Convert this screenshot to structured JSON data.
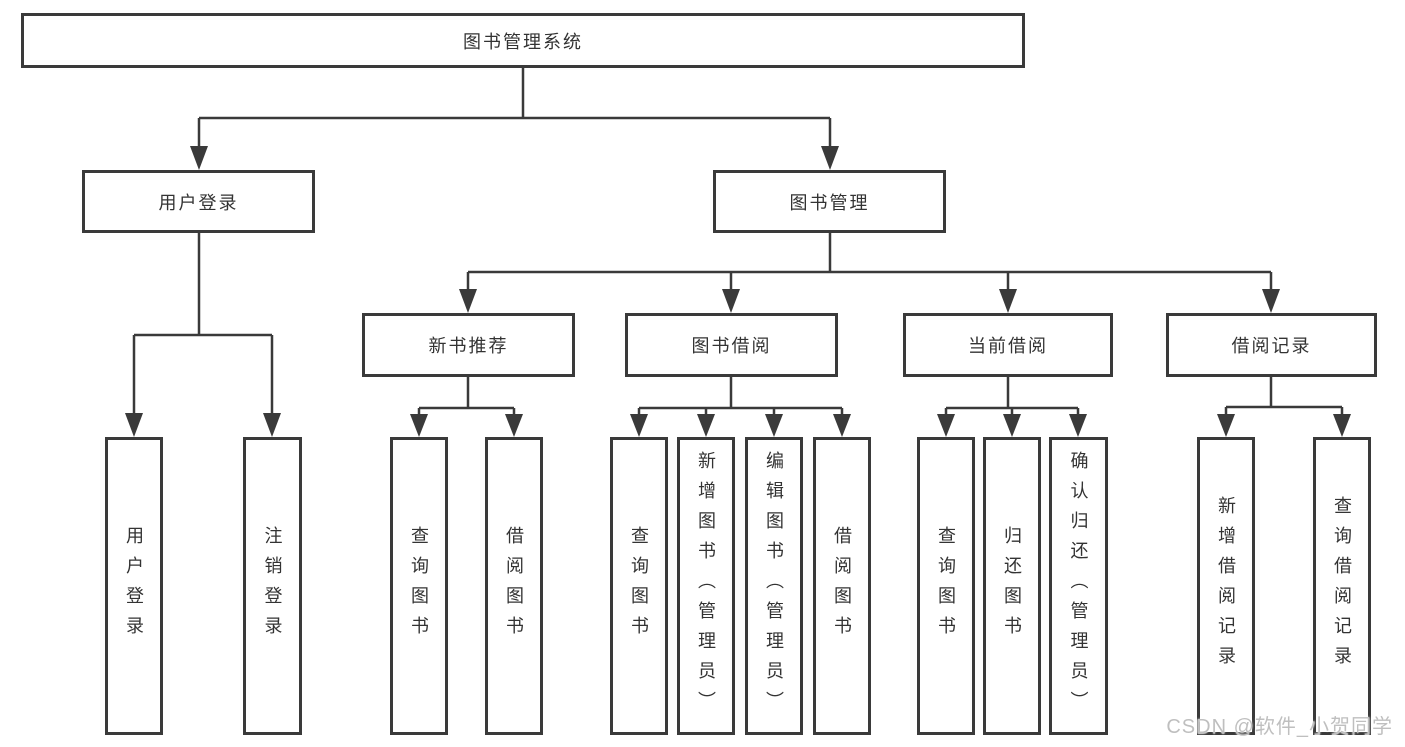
{
  "diagram": {
    "type": "hierarchy-tree",
    "root": {
      "label": "图书管理系统"
    },
    "branches": [
      {
        "label": "用户登录",
        "leaves": [
          {
            "label": "用户登录"
          },
          {
            "label": "注销登录"
          }
        ]
      },
      {
        "label": "图书管理",
        "groups": [
          {
            "label": "新书推荐",
            "leaves": [
              {
                "label": "查询图书"
              },
              {
                "label": "借阅图书"
              }
            ]
          },
          {
            "label": "图书借阅",
            "leaves": [
              {
                "label": "查询图书"
              },
              {
                "label": "新增图书（管理员）"
              },
              {
                "label": "编辑图书（管理员）"
              },
              {
                "label": "借阅图书"
              }
            ]
          },
          {
            "label": "当前借阅",
            "leaves": [
              {
                "label": "查询图书"
              },
              {
                "label": "归还图书"
              },
              {
                "label": "确认归还（管理员）"
              }
            ]
          },
          {
            "label": "借阅记录",
            "leaves": [
              {
                "label": "新增借阅记录"
              },
              {
                "label": "查询借阅记录"
              }
            ]
          }
        ]
      }
    ]
  },
  "watermark": {
    "text": "CSDN @软件_小贺同学"
  },
  "colors": {
    "line": "#3a3a3a",
    "box_border": "#3a3a3a",
    "box_background": "#ffffff",
    "text": "#333333",
    "watermark": "#bfbfbf"
  }
}
